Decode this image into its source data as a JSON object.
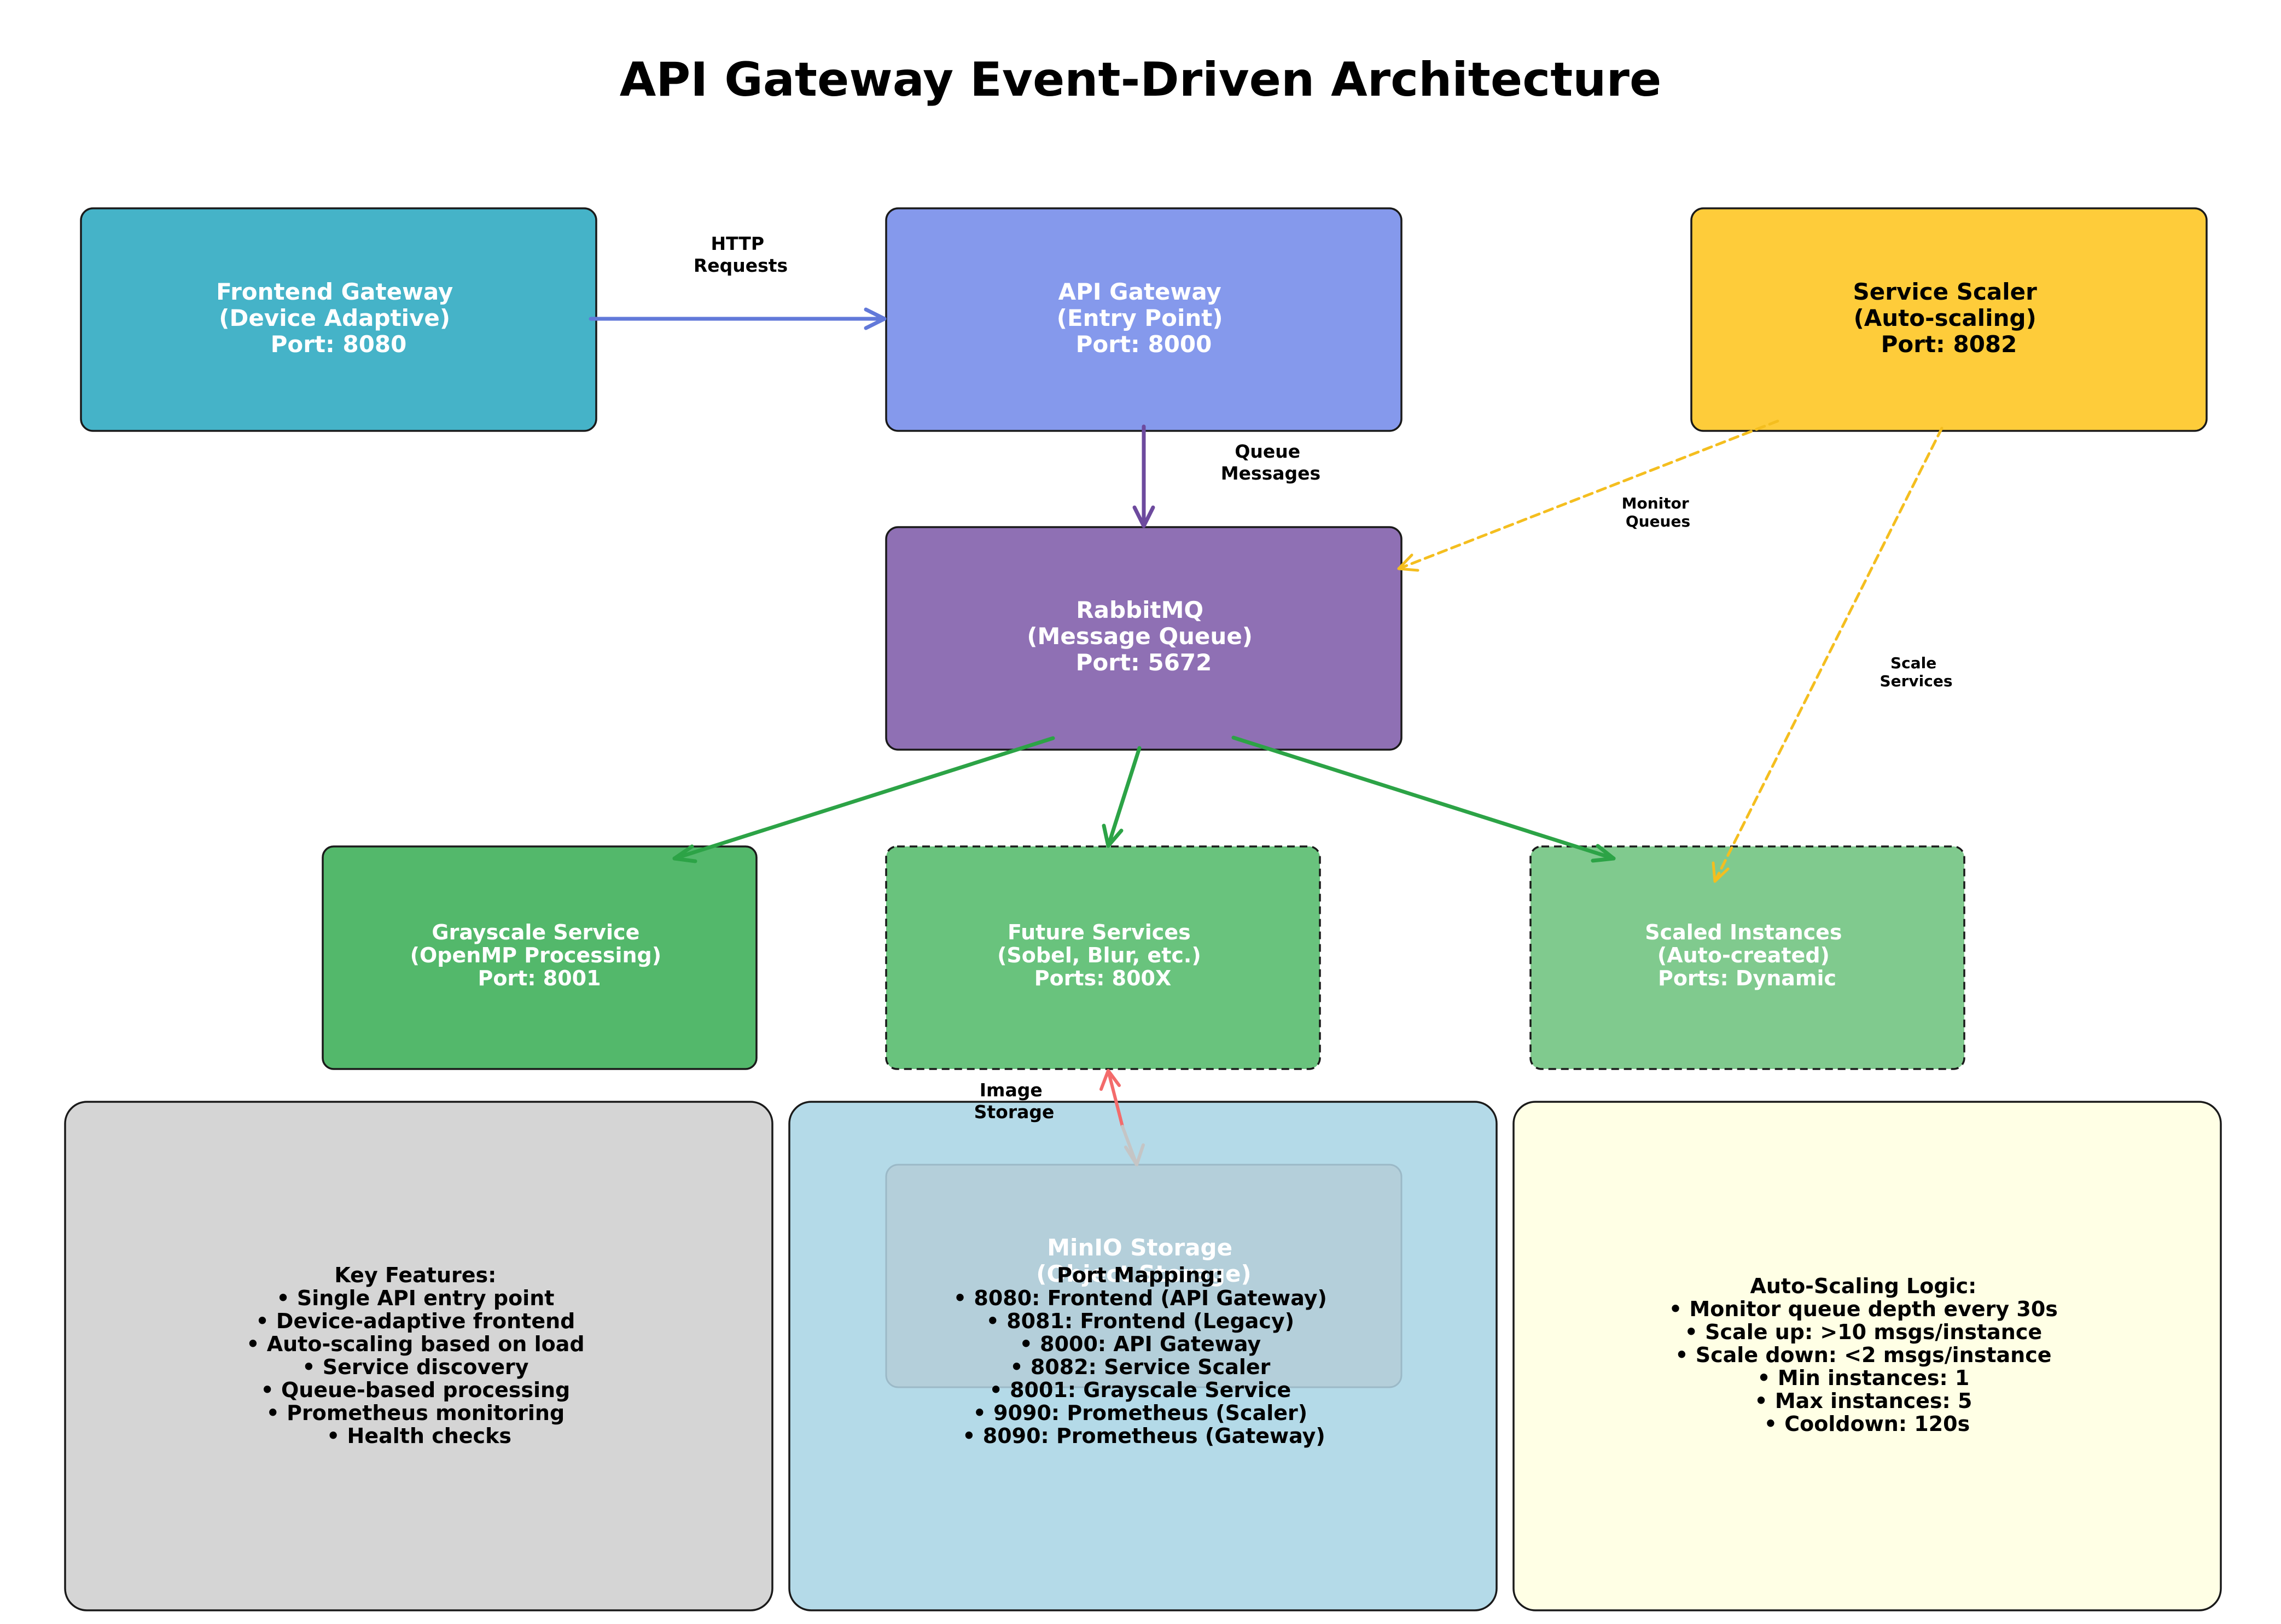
{
  "title": "API Gateway Event-Driven Architecture",
  "nodes": {
    "frontend": {
      "lines": [
        "Frontend Gateway",
        "(Device Adaptive)",
        "Port: 8080"
      ],
      "color": "#45B3C8"
    },
    "api_gateway": {
      "lines": [
        "API Gateway",
        "(Entry Point)",
        "Port: 8000"
      ],
      "color": "#8599EC"
    },
    "service_scaler": {
      "lines": [
        "Service Scaler",
        "(Auto-scaling)",
        "Port: 8082"
      ],
      "color": "#FECC3A"
    },
    "rabbitmq": {
      "lines": [
        "RabbitMQ",
        "(Message Queue)",
        "Port: 5672"
      ],
      "color": "#8F70B4"
    },
    "grayscale": {
      "lines": [
        "Grayscale Service",
        "(OpenMP Processing)",
        "Port: 8001"
      ],
      "color": "#53B86B"
    },
    "future": {
      "lines": [
        "Future Services",
        "(Sobel, Blur, etc.)",
        "Ports: 800X"
      ],
      "color": "#69C37D"
    },
    "scaled": {
      "lines": [
        "Scaled Instances",
        "(Auto-created)",
        "Ports: Dynamic"
      ],
      "color": "#80CA8E"
    },
    "minio": {
      "lines": [
        "MinIO Storage",
        "(Object Storage)"
      ],
      "color": "#B5CFDA"
    }
  },
  "edges": {
    "http": {
      "lines": [
        "HTTP",
        "Requests"
      ]
    },
    "queue": {
      "lines": [
        "Queue",
        "Messages"
      ]
    },
    "monitor": {
      "lines": [
        "Monitor",
        "Queues"
      ]
    },
    "scale": {
      "lines": [
        "Scale",
        "Services"
      ]
    },
    "image": {
      "lines": [
        "Image",
        "Storage"
      ]
    }
  },
  "panels": {
    "features": {
      "color": "#D5D5D5",
      "lines": [
        "Key Features:",
        "• Single API entry point",
        "• Device-adaptive frontend",
        "• Auto-scaling based on load",
        "• Service discovery",
        "• Queue-based processing",
        "• Prometheus monitoring",
        "• Health checks"
      ]
    },
    "ports": {
      "color": "#B4DAE8",
      "lines": [
        "Port Mapping:",
        "• 8080: Frontend (API Gateway)",
        "• 8081: Frontend (Legacy)",
        "• 8000: API Gateway",
        "• 8082: Service Scaler",
        "• 8001: Grayscale Service",
        "• 9090: Prometheus (Scaler)",
        "• 8090: Prometheus (Gateway)"
      ]
    },
    "autoscaling": {
      "color": "#FFFFE5",
      "lines": [
        "Auto-Scaling Logic:",
        "• Monitor queue depth every 30s",
        "• Scale up: >10 msgs/instance",
        "• Scale down: <2 msgs/instance",
        "• Min instances: 1",
        "• Max instances: 5",
        "• Cooldown: 120s"
      ]
    }
  },
  "arrow_colors": {
    "http": "#6279D9",
    "queue": "#6D4A9E",
    "scaler": "#F4BE1F",
    "dispatch": "#2CA346",
    "storage_up": "#F36B6B",
    "storage_down": "#C5C5C5"
  }
}
